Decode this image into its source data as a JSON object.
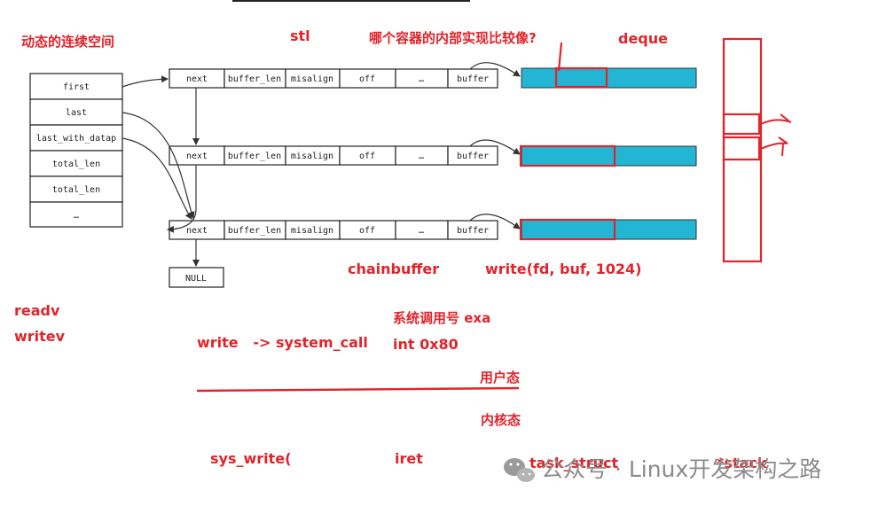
{
  "notes": {
    "contiguous_space": "动态的连续空间",
    "stl": "stl",
    "which_container": "哪个容器的内部实现比较像?",
    "deque": "deque",
    "chainbuffer": "chainbuffer",
    "write_call": "write(fd, buf, 1024)",
    "readv": "readv",
    "writev": "writev",
    "syscall_no": "系统调用号 exa",
    "int80": "int 0x80",
    "write_syscall": "write   -> system_call",
    "user_mode": "用户态",
    "kernel_mode": "内核态",
    "sys_write": "sys_write(",
    "iret": "iret",
    "task_struct": "task_struct",
    "stack": "*stack"
  },
  "evbuffer": {
    "fields": [
      "first",
      "last",
      "last_with_datap",
      "total_len",
      "total_len",
      "…"
    ]
  },
  "chain": {
    "fields": [
      "next",
      "buffer_len",
      "misalign",
      "off",
      "…",
      "buffer"
    ],
    "null_label": "NULL"
  },
  "watermark": {
    "text": "公众号 · Linux开发架构之路",
    "icon": "wechat-icon"
  },
  "colors": {
    "annotation": "#e0242a",
    "buffer_fill": "#22b5d4",
    "line": "#333333"
  }
}
